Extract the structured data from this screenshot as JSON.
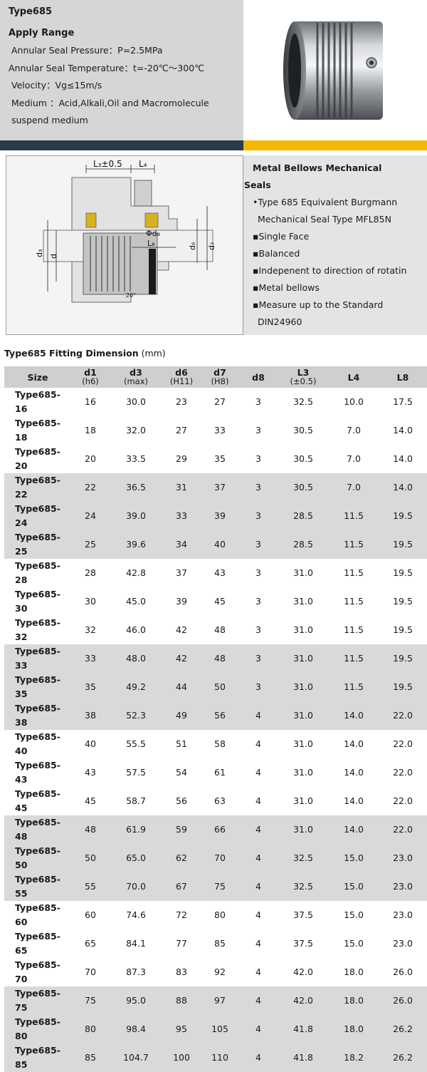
{
  "header": {
    "title": "Type685",
    "apply_range_heading": "Apply Range",
    "specs": [
      "Annular Seal Pressure：P=2.5MPa",
      "Annular Seal Temperature：t=-20℃～300℃",
      "Velocity：Vg≤15m/s",
      "Medium ：Acid,Alkali,Oil and Macromolecule",
      "suspend medium"
    ]
  },
  "drawing": {
    "dim_l3": "L₃±0.5",
    "dim_l4": "L₄",
    "dim_d8": "Φd₈",
    "dim_l8": "L₈",
    "dim_d3": "d₃",
    "dim_d": "d",
    "dim_d6": "d₆",
    "dim_d7": "d₇",
    "angle": "20°"
  },
  "features": {
    "heading_line1": "Metal Bellows Mechanical",
    "heading_line2": "Seals",
    "items": [
      "•Type 685 Equivalent Burgmann",
      "Mechanical Seal Type MFL85N",
      "▪Single Face",
      "▪Balanced",
      "▪Indepenent to direction of rotatin",
      "▪Metal bellows",
      "▪Measure up to the Standard",
      "DIN24960"
    ]
  },
  "table": {
    "title_bold": "Type685 Fitting Dimension",
    "title_unit": "(mm)",
    "columns": [
      {
        "name": "Size",
        "sub": ""
      },
      {
        "name": "d1",
        "sub": "(h6)"
      },
      {
        "name": "d3",
        "sub": "(max)"
      },
      {
        "name": "d6",
        "sub": "(H11)"
      },
      {
        "name": "d7",
        "sub": "(H8)"
      },
      {
        "name": "d8",
        "sub": ""
      },
      {
        "name": "L3",
        "sub": "(±0.5)"
      },
      {
        "name": "L4",
        "sub": ""
      },
      {
        "name": "L8",
        "sub": ""
      }
    ],
    "rows": [
      [
        "Type685-16",
        "16",
        "30.0",
        "23",
        "27",
        "3",
        "32.5",
        "10.0",
        "17.5"
      ],
      [
        "Type685-18",
        "18",
        "32.0",
        "27",
        "33",
        "3",
        "30.5",
        "7.0",
        "14.0"
      ],
      [
        "Type685-20",
        "20",
        "33.5",
        "29",
        "35",
        "3",
        "30.5",
        "7.0",
        "14.0"
      ],
      [
        "Type685-22",
        "22",
        "36.5",
        "31",
        "37",
        "3",
        "30.5",
        "7.0",
        "14.0"
      ],
      [
        "Type685-24",
        "24",
        "39.0",
        "33",
        "39",
        "3",
        "28.5",
        "11.5",
        "19.5"
      ],
      [
        "Type685-25",
        "25",
        "39.6",
        "34",
        "40",
        "3",
        "28.5",
        "11.5",
        "19.5"
      ],
      [
        "Type685-28",
        "28",
        "42.8",
        "37",
        "43",
        "3",
        "31.0",
        "11.5",
        "19.5"
      ],
      [
        "Type685-30",
        "30",
        "45.0",
        "39",
        "45",
        "3",
        "31.0",
        "11.5",
        "19.5"
      ],
      [
        "Type685-32",
        "32",
        "46.0",
        "42",
        "48",
        "3",
        "31.0",
        "11.5",
        "19.5"
      ],
      [
        "Type685-33",
        "33",
        "48.0",
        "42",
        "48",
        "3",
        "31.0",
        "11.5",
        "19.5"
      ],
      [
        "Type685-35",
        "35",
        "49.2",
        "44",
        "50",
        "3",
        "31.0",
        "11.5",
        "19.5"
      ],
      [
        "Type685-38",
        "38",
        "52.3",
        "49",
        "56",
        "4",
        "31.0",
        "14.0",
        "22.0"
      ],
      [
        "Type685-40",
        "40",
        "55.5",
        "51",
        "58",
        "4",
        "31.0",
        "14.0",
        "22.0"
      ],
      [
        "Type685-43",
        "43",
        "57.5",
        "54",
        "61",
        "4",
        "31.0",
        "14.0",
        "22.0"
      ],
      [
        "Type685-45",
        "45",
        "58.7",
        "56",
        "63",
        "4",
        "31.0",
        "14.0",
        "22.0"
      ],
      [
        "Type685-48",
        "48",
        "61.9",
        "59",
        "66",
        "4",
        "31.0",
        "14.0",
        "22.0"
      ],
      [
        "Type685-50",
        "50",
        "65.0",
        "62",
        "70",
        "4",
        "32.5",
        "15.0",
        "23.0"
      ],
      [
        "Type685-55",
        "55",
        "70.0",
        "67",
        "75",
        "4",
        "32.5",
        "15.0",
        "23.0"
      ],
      [
        "Type685-60",
        "60",
        "74.6",
        "72",
        "80",
        "4",
        "37.5",
        "15.0",
        "23.0"
      ],
      [
        "Type685-65",
        "65",
        "84.1",
        "77",
        "85",
        "4",
        "37.5",
        "15.0",
        "23.0"
      ],
      [
        "Type685-70",
        "70",
        "87.3",
        "83",
        "92",
        "4",
        "42.0",
        "18.0",
        "26.0"
      ],
      [
        "Type685-75",
        "75",
        "95.0",
        "88",
        "97",
        "4",
        "42.0",
        "18.0",
        "26.0"
      ],
      [
        "Type685-80",
        "80",
        "98.4",
        "95",
        "105",
        "4",
        "41.8",
        "18.0",
        "26.2"
      ],
      [
        "Type685-85",
        "85",
        "104.7",
        "100",
        "110",
        "4",
        "41.8",
        "18.2",
        "26.2"
      ]
    ]
  }
}
